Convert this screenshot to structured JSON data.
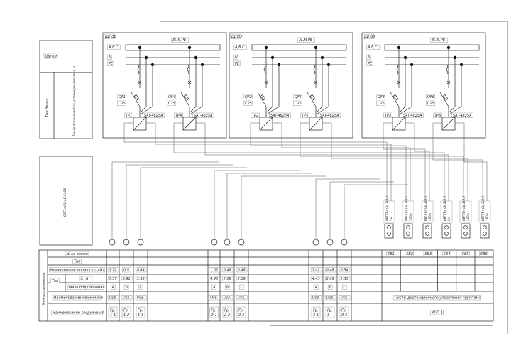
{
  "left_block": {
    "shield_label": "Щиток",
    "block_type_label": "Тип блока",
    "current_label": "Ток срабатывания/ток уставки расцепителя, А",
    "cable_label": "ВВГнг(А)-LS 5х16"
  },
  "panels": [
    {
      "name": "ЩН01",
      "supply": "3L,N,PE",
      "bus": "A,B,C",
      "n": "N",
      "pe": "PE",
      "breakers": [
        {
          "id": "QF1",
          "rating": "С25"
        },
        {
          "id": "QF4",
          "rating": "С25"
        }
      ],
      "relays": [
        {
          "id": "TP1",
          "model": "SAT-4825A"
        },
        {
          "id": "TP4",
          "model": "SAT-4825A"
        }
      ]
    },
    {
      "name": "ЩН02",
      "supply": "3L,N,PE",
      "bus": "A,B,C",
      "n": "N",
      "pe": "PE",
      "breakers": [
        {
          "id": "QF2",
          "rating": "С25"
        },
        {
          "id": "QF5",
          "rating": "С25"
        }
      ],
      "relays": [
        {
          "id": "TP2",
          "model": "SAT-4825A"
        },
        {
          "id": "TP5",
          "model": "SAT-4825A"
        }
      ]
    },
    {
      "name": "ЩН03",
      "supply": "3L,N,PE",
      "bus": "A,B,C",
      "n": "N",
      "pe": "PE",
      "breakers": [
        {
          "id": "QF3",
          "rating": "С25"
        },
        {
          "id": "QF6",
          "rating": "С25"
        }
      ],
      "relays": [
        {
          "id": "TP3",
          "model": "SAT-4825A"
        },
        {
          "id": "TP6",
          "model": "SAT-4825A"
        }
      ]
    }
  ],
  "control_cables": [
    {
      "cable": "ВВГ-Пнг(А) 2х2,5",
      "length": "5м"
    },
    {
      "cable": "ВВГ-Пнг(А) 2х2,5",
      "length": "100м"
    },
    {
      "cable": "ВВГ-Пнг(А) 2х2,5",
      "length": "180м"
    },
    {
      "cable": "ВВГ-Пнг(А) 2х2,5",
      "length": "5м"
    },
    {
      "cable": "ВВГ-Пнг(А) 2х2,5",
      "length": "100м"
    },
    {
      "cable": "ВВГ-Пнг(А) 2х2,5",
      "length": "180м"
    }
  ],
  "table": {
    "group_label": "Электроприемники",
    "sub_label": "Ток",
    "row_labels": {
      "scheme_no": "№ на схеме",
      "type": "Тип",
      "power": "Номинальная мощность, кВт",
      "current": "Ic, A",
      "phase": "Фаза подключения",
      "equipment": "Наименование механизма",
      "consumer": "Наименование сооружения"
    },
    "groups": [
      {
        "columns": [
          {
            "power": "1.74",
            "current": "7.57",
            "phase": "A",
            "equipment": "Осв.",
            "consumer": "Гр. 1-1"
          },
          {
            "power": "0.9",
            "current": "3.91",
            "phase": "B",
            "equipment": "Осв.",
            "consumer": "Гр. 1-2"
          },
          {
            "power": "0.84",
            "current": "3.65",
            "phase": "C",
            "equipment": "Осв.",
            "consumer": "Гр. 1-3"
          }
        ]
      },
      {
        "columns": [
          {
            "power": "1.02",
            "current": "4.43",
            "phase": "A",
            "equipment": "Осв.",
            "consumer": "Гр. 2-1"
          },
          {
            "power": "0.48",
            "current": "2.09",
            "phase": "B",
            "equipment": "Осв.",
            "consumer": "Гр. 2-2"
          },
          {
            "power": "0.48",
            "current": "2.09",
            "phase": "C",
            "equipment": "Осв.",
            "consumer": "Гр. 2-3"
          }
        ]
      },
      {
        "columns": [
          {
            "power": "1.02",
            "current": "4.43",
            "phase": "A",
            "equipment": "Осв.",
            "consumer": "Гр. 3-1"
          },
          {
            "power": "0.48",
            "current": "2.09",
            "phase": "B",
            "equipment": "Осв.",
            "consumer": "Гр. 3-"
          },
          {
            "power": "0.54",
            "current": "2.35",
            "phase": "C",
            "equipment": "Осв.",
            "consumer": "Гр. 3-3"
          }
        ]
      }
    ],
    "switches": [
      "SB1",
      "SB2",
      "SB3",
      "SB4",
      "SB5",
      "SB6"
    ],
    "switch_equipment": "Посты дистанционного управления группами",
    "switch_consumer": "КПП-1"
  }
}
